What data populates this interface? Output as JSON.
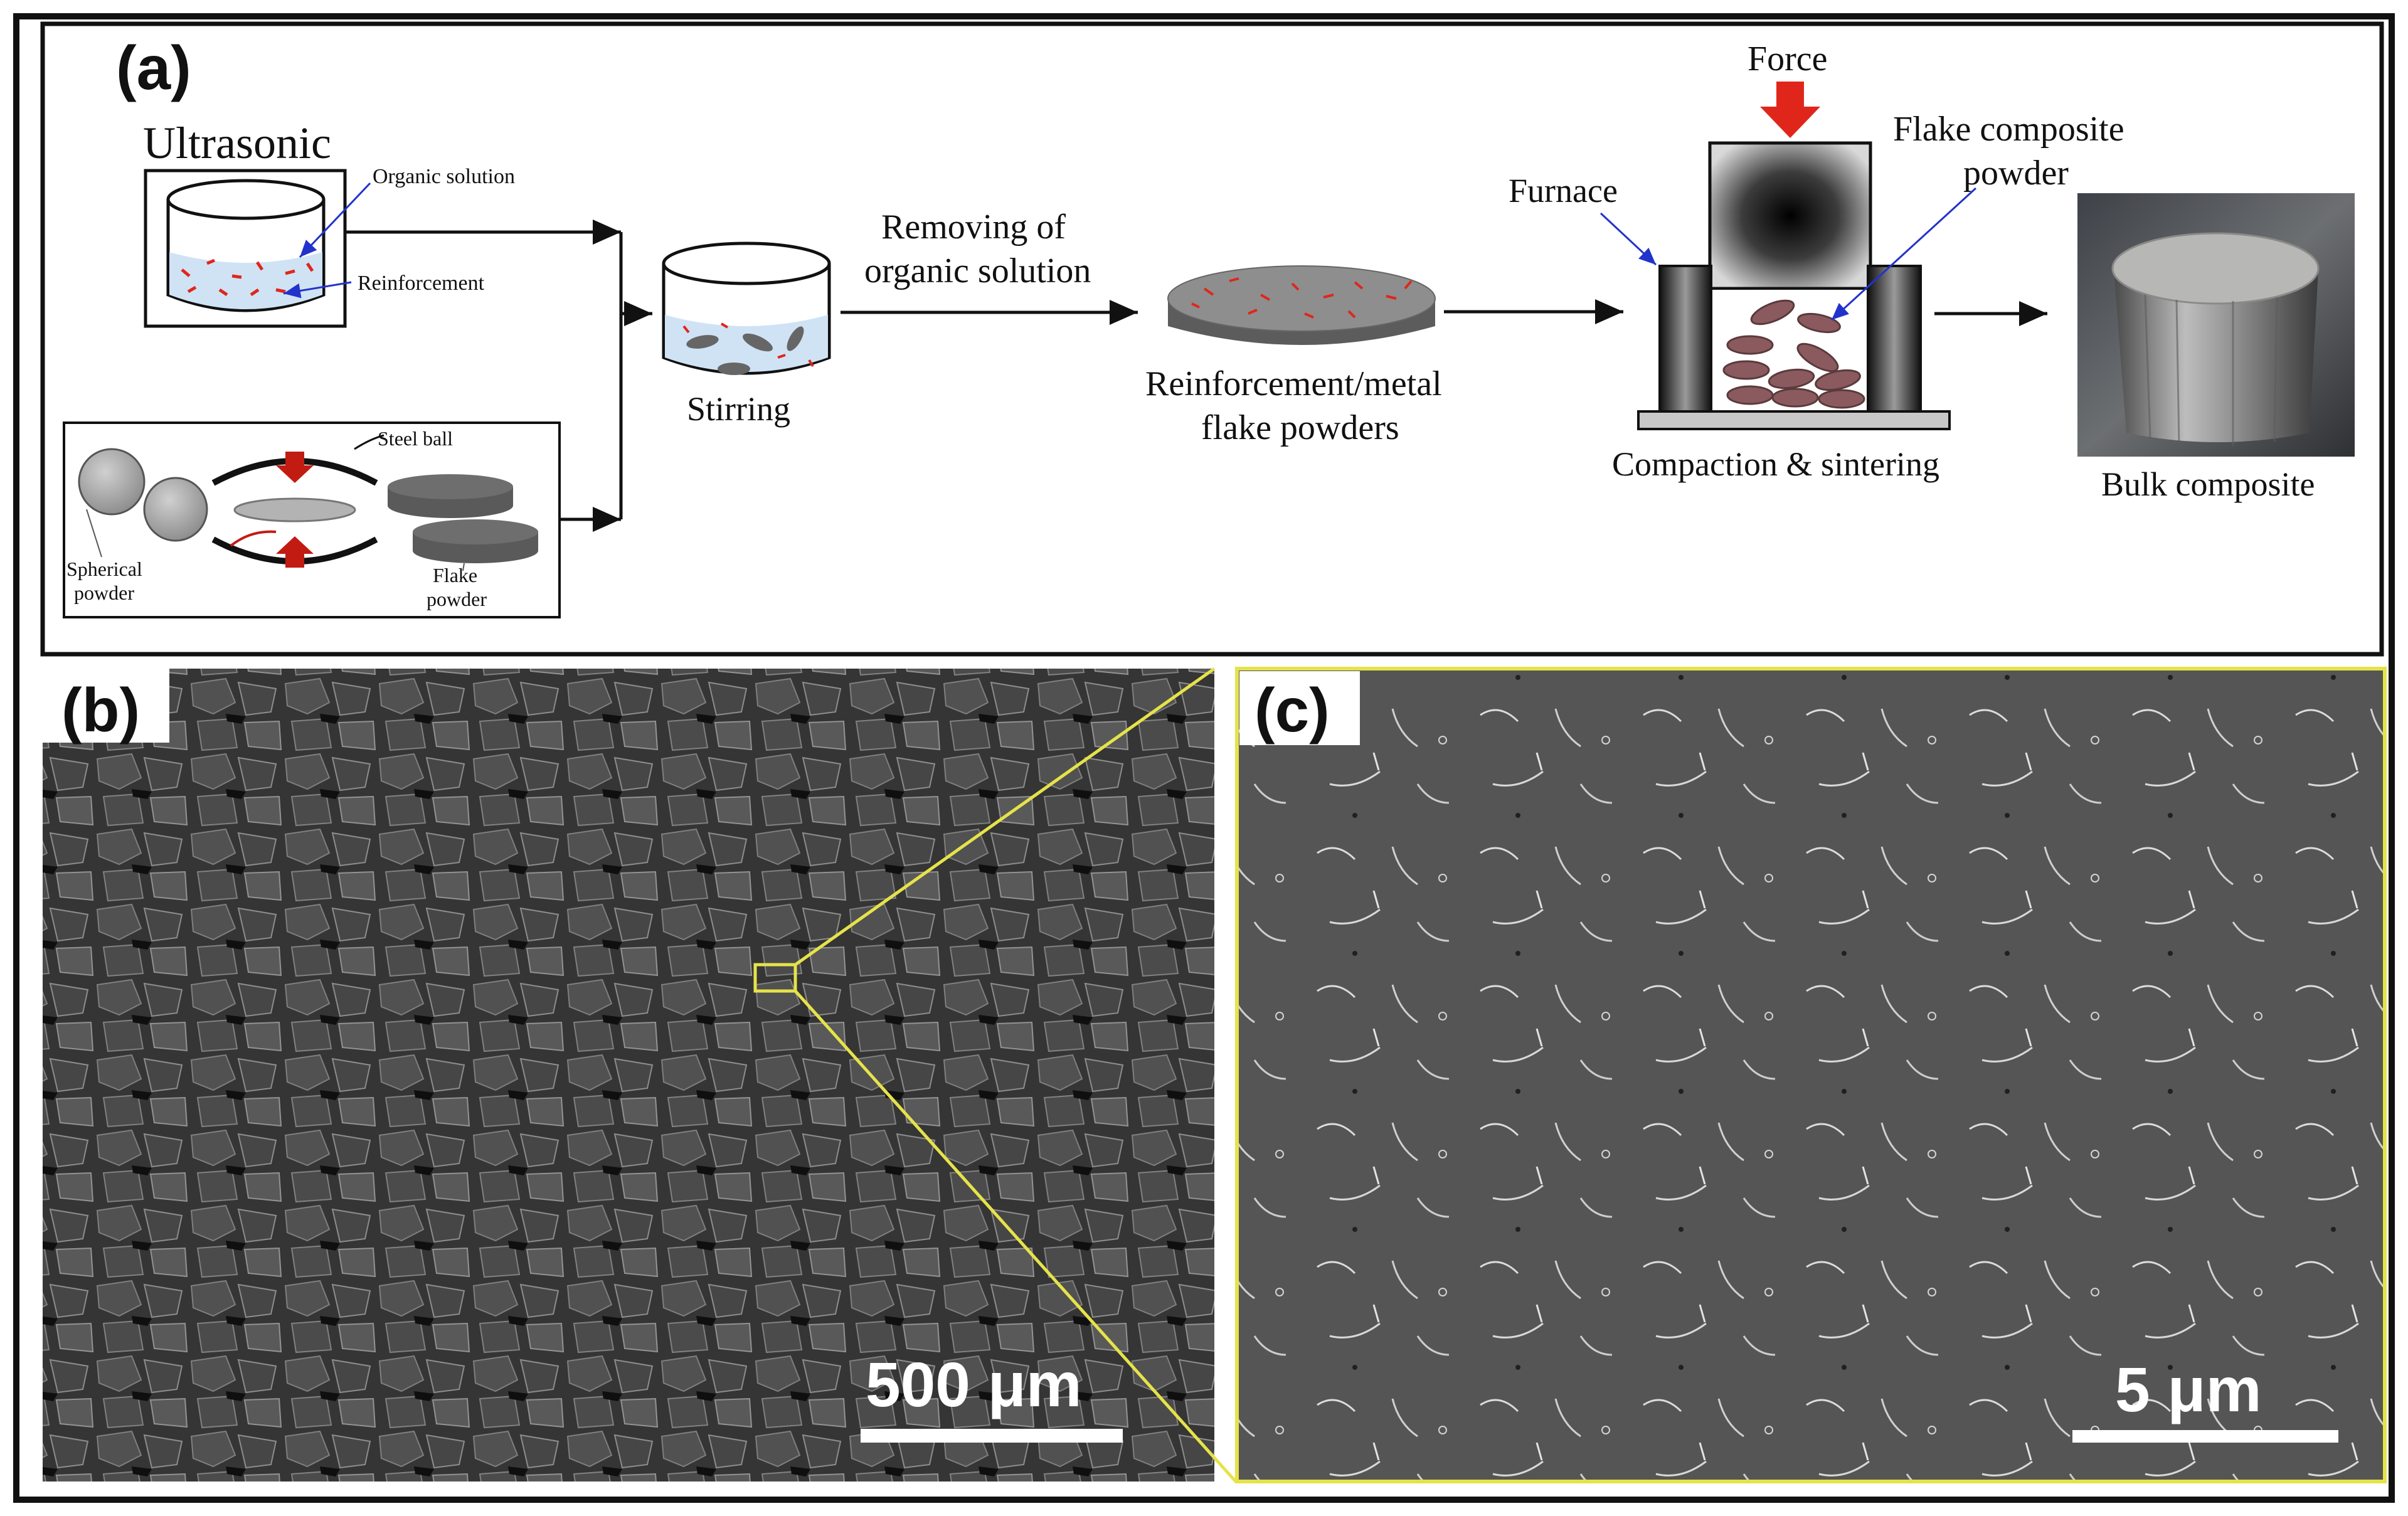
{
  "panels": {
    "a": {
      "label": "(a)",
      "ultrasonic": "Ultrasonic",
      "organic_solution": "Organic solution",
      "reinforcement": "Reinforcement",
      "steel_ball": "Steel ball",
      "spherical_powder": [
        "Spherical",
        "powder"
      ],
      "flake_powder": [
        "Flake",
        "powder"
      ],
      "stirring": "Stirring",
      "removing": [
        "Removing of",
        "organic solution"
      ],
      "flake_powders": [
        "Reinforcement/metal",
        "flake powders"
      ],
      "force": "Force",
      "furnace": "Furnace",
      "flake_composite": [
        "Flake composite",
        "powder"
      ],
      "compaction": "Compaction & sintering",
      "bulk_composite": "Bulk composite"
    },
    "b": {
      "label": "(b)",
      "scale_bar": "500 μm"
    },
    "c": {
      "label": "(c)",
      "scale_bar": "5 μm"
    }
  },
  "colors": {
    "frame": "#111111",
    "arrow_red": "#e0261b",
    "sem_yellow": "#e5e34a",
    "solution_blue": "#cfe3f5",
    "flake_brown": "#8a5a5e"
  }
}
